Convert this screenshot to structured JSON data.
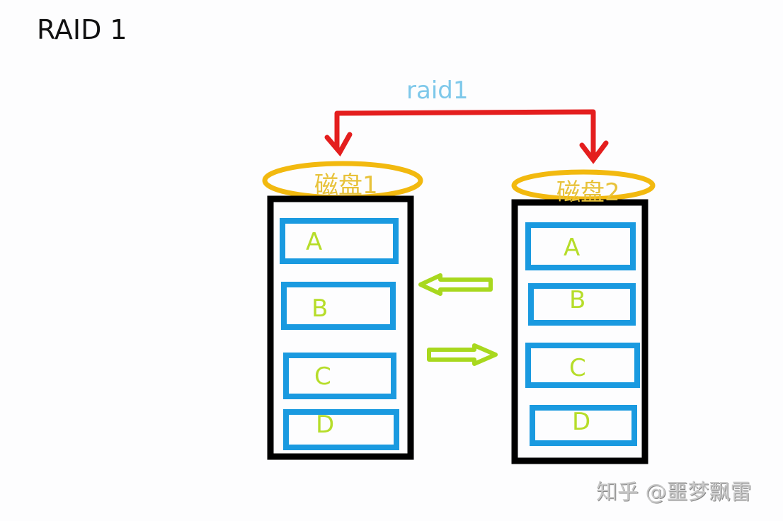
{
  "title": "RAID 1",
  "raid_label": "raid1",
  "disks": [
    {
      "name": "磁盘1",
      "blocks": [
        "A",
        "B",
        "C",
        "D"
      ]
    },
    {
      "name": "磁盘2",
      "blocks": [
        "A",
        "B",
        "C",
        "D"
      ]
    }
  ],
  "colors": {
    "connector": "#e41e1e",
    "disk_ellipse": "#f2b90f",
    "disk_frame": "#000000",
    "block_border": "#1a9ae0",
    "sync_arrows": "#a8d81e",
    "raid_label": "#7ec8ea"
  },
  "watermark": "知乎 @噩梦飘雷"
}
